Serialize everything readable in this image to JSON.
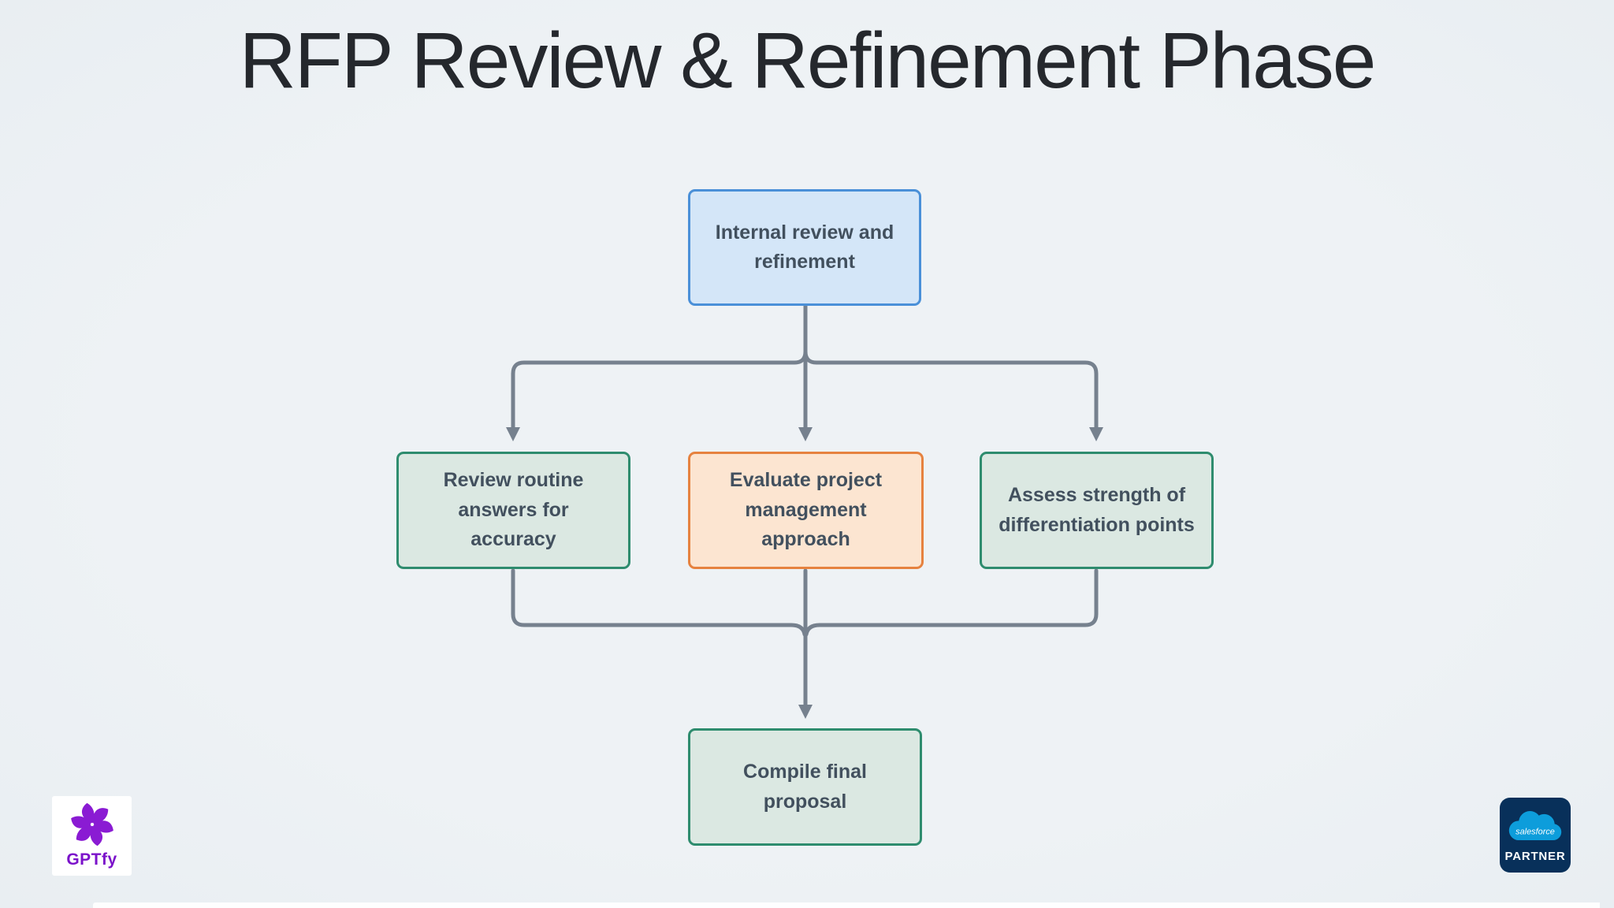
{
  "page": {
    "title": "RFP Review & Refinement Phase",
    "background_color": "#eef2f5",
    "title_color": "#25282d"
  },
  "flowchart": {
    "arrow_color": "#76818e",
    "text_color": "#42505e",
    "nodes": {
      "top": {
        "label": "Internal review and refinement",
        "fill": "#d4e6f8",
        "border": "#4a90d8"
      },
      "mid_left": {
        "label": "Review routine answers for accuracy",
        "fill": "#dbe8e2",
        "border": "#2e8c6e"
      },
      "mid_center": {
        "label": "Evaluate project management approach",
        "fill": "#fce5d1",
        "border": "#e6823f"
      },
      "mid_right": {
        "label": "Assess strength of differentiation points",
        "fill": "#dbe8e2",
        "border": "#2e8c6e"
      },
      "bottom": {
        "label": "Compile final proposal",
        "fill": "#dbe8e2",
        "border": "#2e8c6e"
      }
    },
    "edges": [
      "internal-review -> review-routine-answers",
      "internal-review -> evaluate-project-management",
      "internal-review -> assess-differentiation",
      "review-routine-answers -> compile-final-proposal",
      "evaluate-project-management -> compile-final-proposal",
      "assess-differentiation -> compile-final-proposal"
    ]
  },
  "branding": {
    "gptfy": {
      "wordmark": "GPTfy",
      "icon": "pinwheel-icon",
      "icon_color": "#8a1bd3",
      "text_color": "#7b12ca",
      "background": "#ffffff"
    },
    "salesforce_partner": {
      "brand": "salesforce",
      "label": "PARTNER",
      "badge_background": "#08305a",
      "cloud_color": "#0d9ddb",
      "text_color": "#ffffff"
    }
  }
}
